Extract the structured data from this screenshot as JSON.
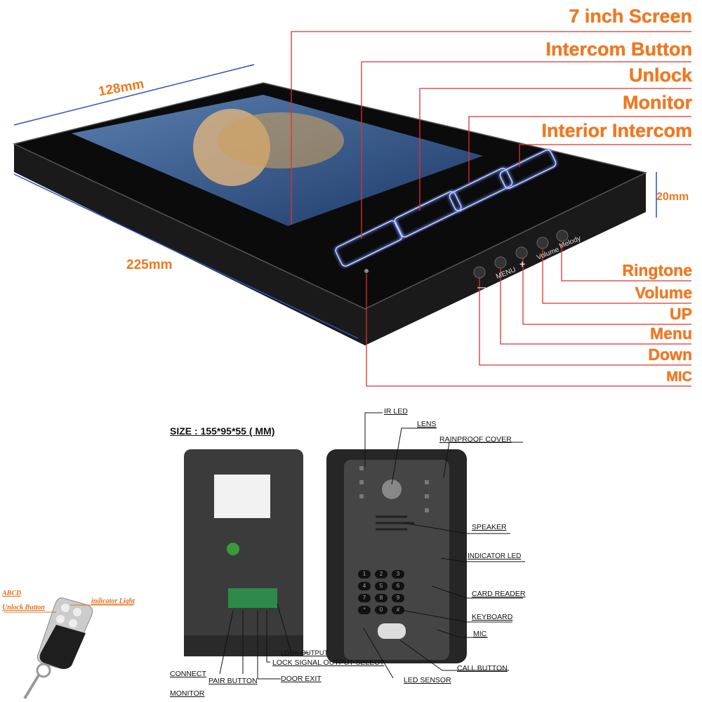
{
  "monitor": {
    "labels_top": [
      "7 inch Screen",
      "Intercom Button",
      "Unlock",
      "Monitor",
      "Interior Intercom"
    ],
    "labels_bottom": [
      "Ringtone",
      "Volume",
      "UP",
      "Menu",
      "Down",
      "MIC"
    ],
    "dimensions": {
      "width": "128mm",
      "length": "225mm",
      "depth": "20mm"
    },
    "side_buttons": {
      "minus": "—",
      "menu": "MENU",
      "plus": "+",
      "volume": "Volume",
      "melody": "Melody"
    },
    "colors": {
      "label": "#f0781e",
      "line": "#e03030",
      "touch_glow": "#4a6cff"
    }
  },
  "doorbell": {
    "size": "SIZE : 155*95*55 ( MM)",
    "front_labels": [
      "IR LED",
      "LENS",
      "RAINPROOF COVER",
      "SPEAKER",
      "INDICATOR LED",
      "CARD READER",
      "KEYBOARD",
      "MIC",
      "CALL BUTTON",
      "LED SENSOR"
    ],
    "back_labels": [
      "LOCK OUTPUT",
      "LOCK SIGNAL OUTPUT SELECT",
      "DOOR EXIT",
      "PAIR BUTTON",
      "CONNECT",
      "MONITOR"
    ],
    "keypad": [
      "1",
      "2",
      "3",
      "4",
      "5",
      "6",
      "7",
      "8",
      "9",
      "*",
      "0",
      "#"
    ]
  },
  "remote": {
    "labels": [
      "ABCD",
      "Unlock Button",
      "indicator Light"
    ]
  }
}
